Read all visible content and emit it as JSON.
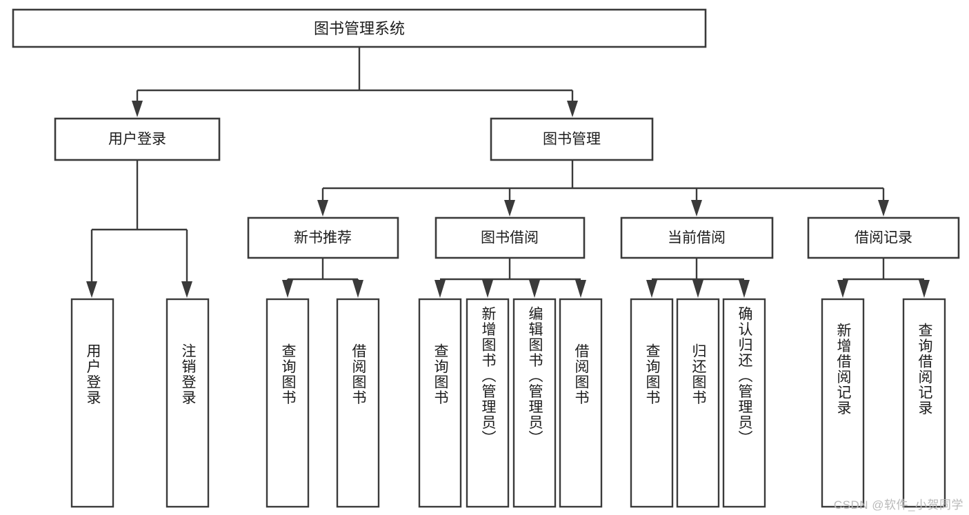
{
  "diagram": {
    "type": "hierarchy-tree",
    "title_node": {
      "id": "root",
      "label": "图书管理系统"
    },
    "level1": [
      {
        "id": "user-login",
        "label": "用户登录"
      },
      {
        "id": "book-manage",
        "label": "图书管理"
      }
    ],
    "level2": [
      {
        "id": "new-book-recommend",
        "label": "新书推荐",
        "parent": "book-manage"
      },
      {
        "id": "book-borrow",
        "label": "图书借阅",
        "parent": "book-manage"
      },
      {
        "id": "current-borrow",
        "label": "当前借阅",
        "parent": "book-manage"
      },
      {
        "id": "borrow-record",
        "label": "借阅记录",
        "parent": "book-manage"
      }
    ],
    "leaves": [
      {
        "id": "leaf-user-login",
        "label": "用户登录",
        "parent": "user-login"
      },
      {
        "id": "leaf-logout-login",
        "label": "注销登录",
        "parent": "user-login"
      },
      {
        "id": "leaf-query-book-1",
        "label": "查询图书",
        "parent": "new-book-recommend"
      },
      {
        "id": "leaf-borrow-book-1",
        "label": "借阅图书",
        "parent": "new-book-recommend"
      },
      {
        "id": "leaf-query-book-2",
        "label": "查询图书",
        "parent": "book-borrow"
      },
      {
        "id": "leaf-add-book",
        "label": "新增图书（管理员）",
        "parent": "book-borrow"
      },
      {
        "id": "leaf-edit-book",
        "label": "编辑图书（管理员）",
        "parent": "book-borrow"
      },
      {
        "id": "leaf-borrow-book-2",
        "label": "借阅图书",
        "parent": "book-borrow"
      },
      {
        "id": "leaf-query-book-3",
        "label": "查询图书",
        "parent": "current-borrow"
      },
      {
        "id": "leaf-return-book",
        "label": "归还图书",
        "parent": "current-borrow"
      },
      {
        "id": "leaf-confirm-return",
        "label": "确认归还（管理员）",
        "parent": "current-borrow"
      },
      {
        "id": "leaf-add-record",
        "label": "新增借阅记录",
        "parent": "borrow-record"
      },
      {
        "id": "leaf-query-record",
        "label": "查询借阅记录",
        "parent": "borrow-record"
      }
    ],
    "colors": {
      "stroke": "#3a3a3a",
      "fill": "#ffffff",
      "text": "#1c1c1c",
      "watermark": "#b9b9b9",
      "background": "#ffffff"
    }
  },
  "watermark": {
    "text": "CSDN @软件_小贺同学"
  }
}
